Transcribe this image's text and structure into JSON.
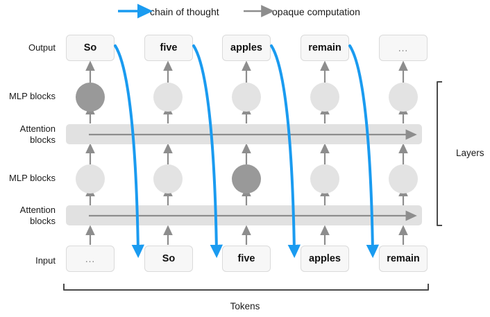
{
  "legend": {
    "items": [
      {
        "id": "chain-of-thought",
        "label": "chain of thought",
        "color": "#1a9bf0"
      },
      {
        "id": "opaque-computation",
        "label": "opaque computation",
        "color": "#888888"
      }
    ]
  },
  "row_labels": {
    "output": "Output",
    "mlp_upper": "MLP blocks",
    "attention_upper": "Attention\nblocks",
    "mlp_lower": "MLP blocks",
    "attention_lower": "Attention\nblocks",
    "input": "Input"
  },
  "annotations": {
    "layers": "Layers",
    "tokens": "Tokens"
  },
  "colors": {
    "chain_blue": "#1a9bf0",
    "arrow_gray": "#8d8d8d",
    "box_fill": "#f7f7f7",
    "box_border": "#dadada",
    "attention_fill": "#e1e1e1",
    "mlp_light": "#e3e3e3",
    "mlp_dark": "#999999",
    "bracket": "#4a4a4a",
    "background": "#ffffff"
  },
  "columns": [
    {
      "index": 0,
      "output_token": "…",
      "output_is_ellipsis": true,
      "input_token": "…",
      "input_is_ellipsis": true,
      "mlp_upper_active": true,
      "mlp_lower_active": false
    },
    {
      "index": 1,
      "output_token": "five",
      "output_is_ellipsis": false,
      "input_token": "So",
      "input_is_ellipsis": false,
      "mlp_upper_active": false,
      "mlp_lower_active": false
    },
    {
      "index": 2,
      "output_token": "apples",
      "output_is_ellipsis": false,
      "input_token": "five",
      "input_is_ellipsis": false,
      "mlp_upper_active": false,
      "mlp_lower_active": true
    },
    {
      "index": 3,
      "output_token": "remain",
      "output_is_ellipsis": false,
      "input_token": "apples",
      "input_is_ellipsis": false,
      "mlp_upper_active": false,
      "mlp_lower_active": false
    },
    {
      "index": 4,
      "output_token": "…",
      "output_is_ellipsis": true,
      "input_token": "remain",
      "input_is_ellipsis": false,
      "mlp_upper_active": false,
      "mlp_lower_active": false
    }
  ],
  "output_row": {
    "tokens": [
      "So",
      "five",
      "apples",
      "remain",
      "…"
    ]
  },
  "input_row": {
    "tokens": [
      "…",
      "So",
      "five",
      "apples",
      "remain"
    ]
  },
  "mlp_upper_active_index": 0,
  "mlp_lower_active_index": 2,
  "chain_arrows": [
    {
      "from_column": 0,
      "to_column": 1
    },
    {
      "from_column": 1,
      "to_column": 2
    },
    {
      "from_column": 2,
      "to_column": 3
    },
    {
      "from_column": 3,
      "to_column": 4
    }
  ]
}
